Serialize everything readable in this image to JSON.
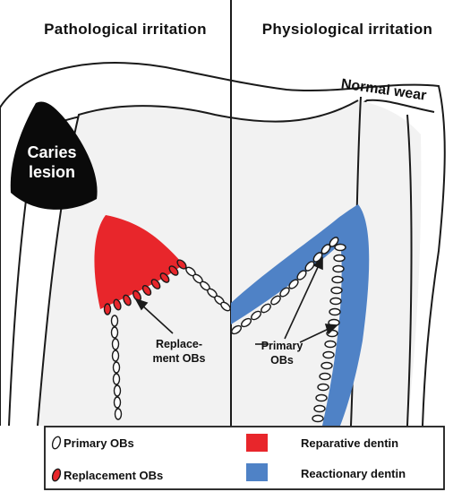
{
  "headers": {
    "left": "Pathological  irritation",
    "right": "Physiological  irritation"
  },
  "labels": {
    "caries_line1": "Caries",
    "caries_line2": "lesion",
    "normal_wear": "Normal wear",
    "replacement_line1": "Replace-",
    "replacement_line2": "ment OBs",
    "primary_line1": "Primary",
    "primary_line2": "OBs"
  },
  "legend": {
    "primary_obs": "Primary OBs",
    "replacement_obs": "Replacement OBs",
    "reparative_dentin": "Reparative dentin",
    "reactionary_dentin": "Reactionary dentin"
  },
  "colors": {
    "reparative": "#e8262b",
    "reactionary": "#4f82c6",
    "caries": "#0a0a0a",
    "pulp": "#f2f2f2",
    "outline": "#1a1a1a"
  }
}
